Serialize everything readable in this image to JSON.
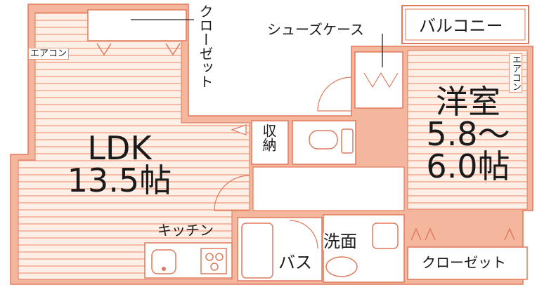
{
  "plan": {
    "colors": {
      "wall": "#f4b79e",
      "line": "#e07a5c",
      "floor": "#fdeee6",
      "stripe": "#ee9b7c"
    },
    "labels": {
      "ldk_name": "LDK",
      "ldk_size": "13.5帖",
      "western_name": "洋室",
      "western_size_line1": "5.8～",
      "western_size_line2": "6.0帖",
      "balcony": "バルコニー",
      "shoes_case": "シューズケース",
      "closet_top": "クローゼット",
      "closet_bottom": "クローゼット",
      "aircon_ldk": "エアコン",
      "aircon_western": "エアコン",
      "storage": "収納",
      "kitchen": "キッチン",
      "bath": "バス",
      "washroom": "洗面"
    }
  }
}
